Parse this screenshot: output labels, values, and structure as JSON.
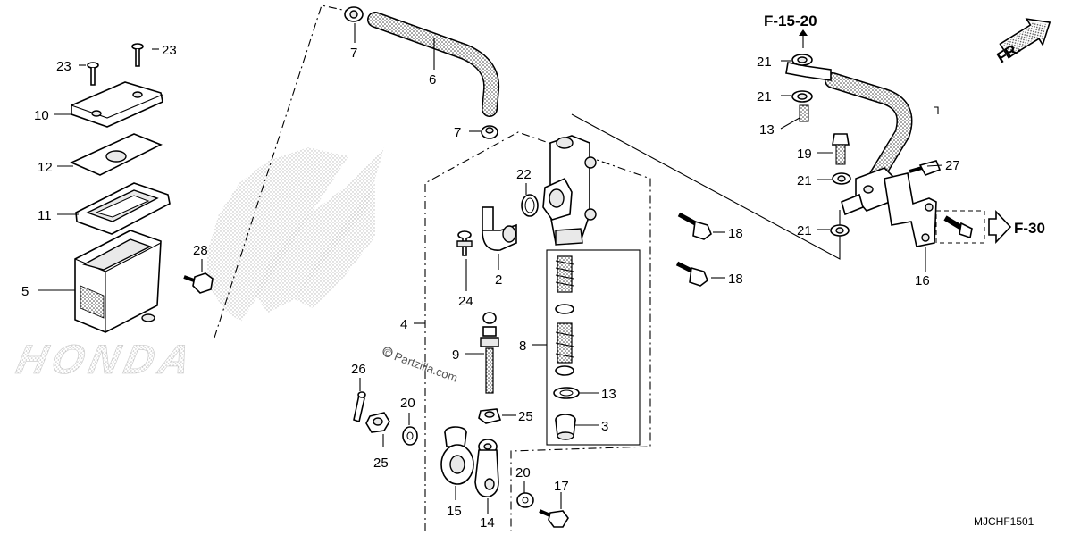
{
  "diagram_code": "MJCHF1501",
  "watermark": "© Partzilla.com",
  "brand_watermark": "HONDA",
  "references": {
    "top": "F-15-20",
    "right": "F-30",
    "front": "FR."
  },
  "callouts": {
    "p2": "2",
    "p3": "3",
    "p4": "4",
    "p5": "5",
    "p6": "6",
    "p7a": "7",
    "p7b": "7",
    "p8": "8",
    "p9": "9",
    "p10": "10",
    "p11": "11",
    "p12": "12",
    "p13a": "13",
    "p13b": "13",
    "p14": "14",
    "p15": "15",
    "p16": "16",
    "p17": "17",
    "p18a": "18",
    "p18b": "18",
    "p19": "19",
    "p20a": "20",
    "p20b": "20",
    "p21a": "21",
    "p21b": "21",
    "p21c": "21",
    "p21d": "21",
    "p22": "22",
    "p23a": "23",
    "p23b": "23",
    "p24": "24",
    "p25a": "25",
    "p25b": "25",
    "p26": "26",
    "p27": "27",
    "p28": "28"
  }
}
